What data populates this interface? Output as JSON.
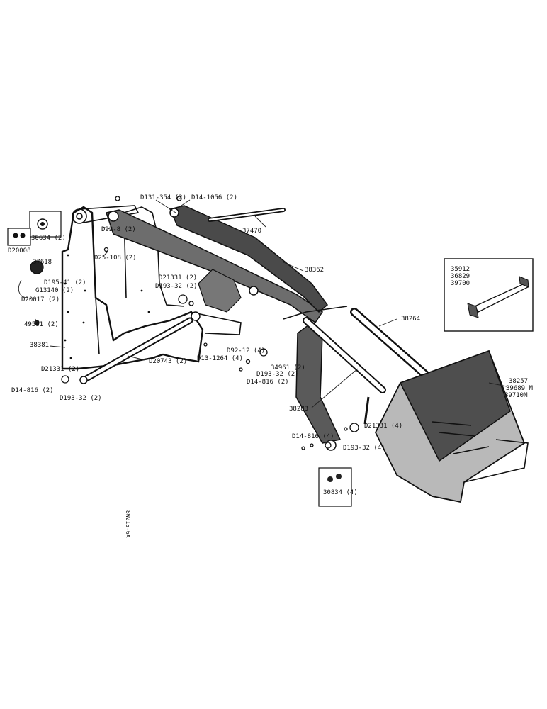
{
  "diagram": {
    "part_labels": [
      "D131-354 (2)",
      "D14-1056 (2)",
      "37470",
      "30634 (2)",
      "D20008",
      "37618",
      "D195-41 (2)",
      "G13140 (2)",
      "D20017 (2)",
      "49561 (2)",
      "38381",
      "D92-8 (2)",
      "D25-108 (2)",
      "D21331 (2)",
      "D193-32 (2)",
      "38362",
      "D92-12 (4)",
      "D13-1264 (4)",
      "34961 (2)",
      "D193-32 (2)",
      "D14-816 (2)",
      "D20743 (2)",
      "D21331 (2)",
      "D14-816 (2)",
      "D193-32 (2)",
      "38264",
      "38283",
      "D14-816 (4)",
      "D21331 (4)",
      "D193-32 (4)",
      "30834 (4)",
      "38257",
      "39689 M",
      "39710M"
    ],
    "inset_labels": [
      "35912",
      "36829",
      "39700"
    ],
    "side_code": "8W215-6A"
  }
}
